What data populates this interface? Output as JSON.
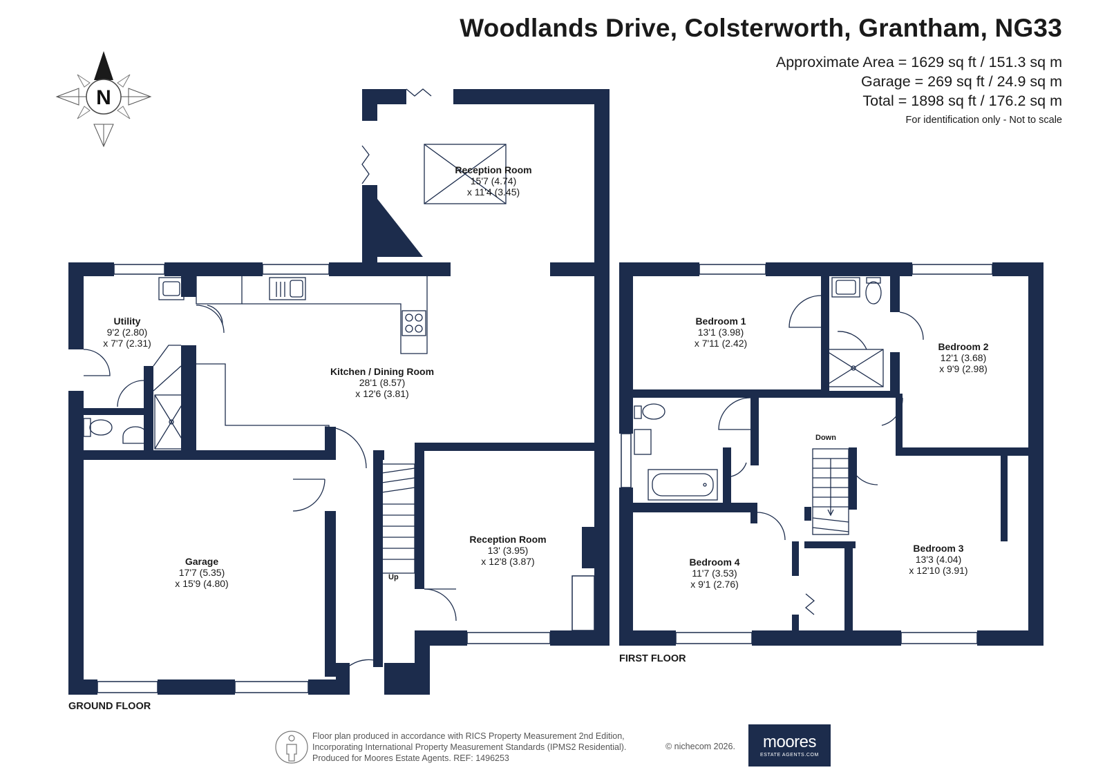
{
  "header": {
    "title": "Woodlands Drive, Colsterworth, Grantham, NG33",
    "approx_area": "Approximate Area = 1629 sq ft / 151.3 sq m",
    "garage_area": "Garage = 269 sq ft / 24.9 sq m",
    "total_area": "Total = 1898 sq ft / 176.2 sq m",
    "note": "For identification only - Not to scale"
  },
  "compass": {
    "label": "N"
  },
  "colors": {
    "wall": "#1c2c4c",
    "fixture": "#1c2c4c"
  },
  "ground_floor": {
    "label": "GROUND FLOOR",
    "stairs_label": "Up",
    "rooms": {
      "reception_top": {
        "name": "Reception Room",
        "dim1": "15'7 (4.74)",
        "dim2": "x 11'4 (3.45)"
      },
      "utility": {
        "name": "Utility",
        "dim1": "9'2 (2.80)",
        "dim2": "x 7'7 (2.31)"
      },
      "kitchen": {
        "name": "Kitchen / Dining Room",
        "dim1": "28'1 (8.57)",
        "dim2": "x 12'6 (3.81)"
      },
      "garage": {
        "name": "Garage",
        "dim1": "17'7 (5.35)",
        "dim2": "x 15'9 (4.80)"
      },
      "reception_front": {
        "name": "Reception Room",
        "dim1": "13' (3.95)",
        "dim2": "x 12'8 (3.87)"
      }
    }
  },
  "first_floor": {
    "label": "FIRST FLOOR",
    "stairs_label": "Down",
    "rooms": {
      "bedroom1": {
        "name": "Bedroom 1",
        "dim1": "13'1 (3.98)",
        "dim2": "x 7'11 (2.42)"
      },
      "bedroom2": {
        "name": "Bedroom 2",
        "dim1": "12'1 (3.68)",
        "dim2": "x 9'9 (2.98)"
      },
      "bedroom3": {
        "name": "Bedroom 3",
        "dim1": "13'3 (4.04)",
        "dim2": "x 12'10 (3.91)"
      },
      "bedroom4": {
        "name": "Bedroom 4",
        "dim1": "11'7 (3.53)",
        "dim2": "x 9'1 (2.76)"
      }
    }
  },
  "footer": {
    "line1": "Floor plan produced in accordance with RICS Property Measurement 2nd Edition,",
    "line2": "Incorporating International Property Measurement Standards (IPMS2 Residential).",
    "line3": "Produced for Moores Estate Agents.   REF: 1496253",
    "copyright": "© nichecom 2026.",
    "brand": "moores",
    "brand_sub": "ESTATE AGENTS.COM"
  }
}
